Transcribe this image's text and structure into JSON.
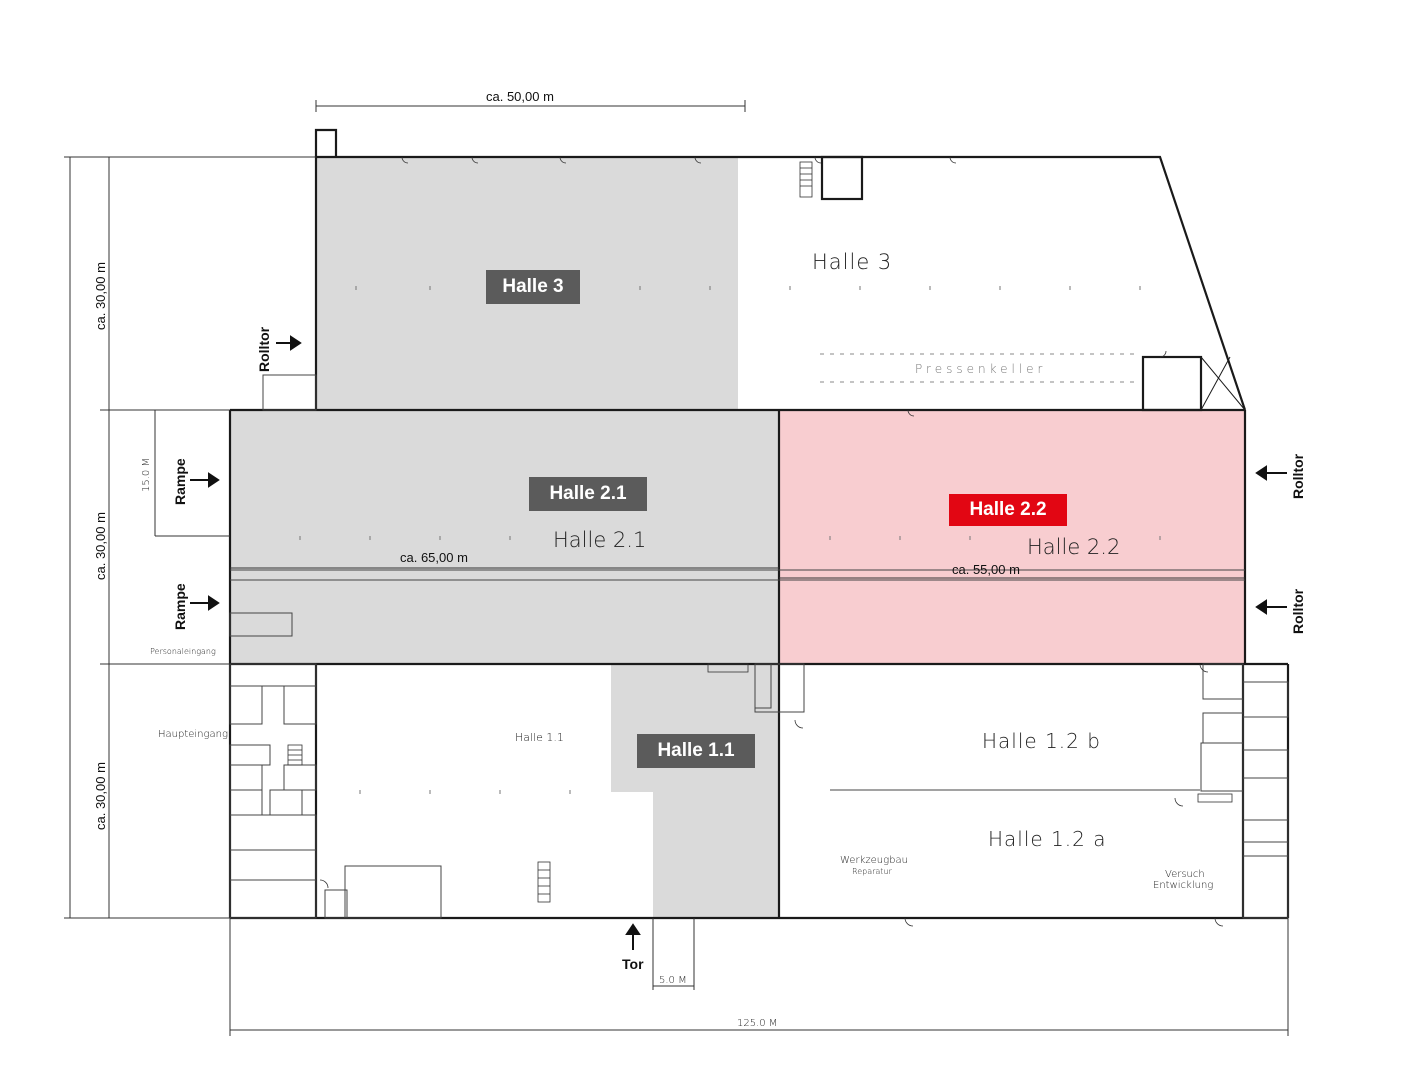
{
  "highlights": {
    "halle3": "Halle 3",
    "halle21": "Halle 2.1",
    "halle22": "Halle 2.2",
    "halle11": "Halle 1.1"
  },
  "cad_labels": {
    "halle3": "Halle 3",
    "halle21": "Halle 2.1",
    "halle22": "Halle 2.2",
    "halle11": "Halle 1.1",
    "halle12b": "Halle 1.2 b",
    "halle12a": "Halle 1.2 a",
    "werkzeugbau": "Werkzeugbau",
    "reparatur": "Reparatur",
    "versuch": "Versuch",
    "entwicklung": "Entwicklung",
    "hauptengang": "Haupteingang",
    "personaleingang": "Personaleingang",
    "pressenkeller": "Pressenkeller"
  },
  "dimensions": {
    "top_width": "ca. 50,00 m",
    "left_h3": "ca. 30,00 m",
    "left_h2": "ca. 30,00 m",
    "left_h1": "ca. 30,00 m",
    "h21_width": "ca. 65,00 m",
    "h22_width": "ca. 55,00 m",
    "ramp_dim": "15.0 M",
    "gate_dim": "5.0 M",
    "total_width": "125.0 M"
  },
  "access": {
    "rolltor_left": "Rolltor",
    "rampe_top": "Rampe",
    "rampe_bottom": "Rampe",
    "rolltor_right_top": "Rolltor",
    "rolltor_right_bottom": "Rolltor",
    "tor": "Tor"
  },
  "colors": {
    "grey_area": "#dadada",
    "pink_area": "#f8cdd0",
    "dark_label": "#5b5b5b",
    "red_label": "#e20613"
  }
}
